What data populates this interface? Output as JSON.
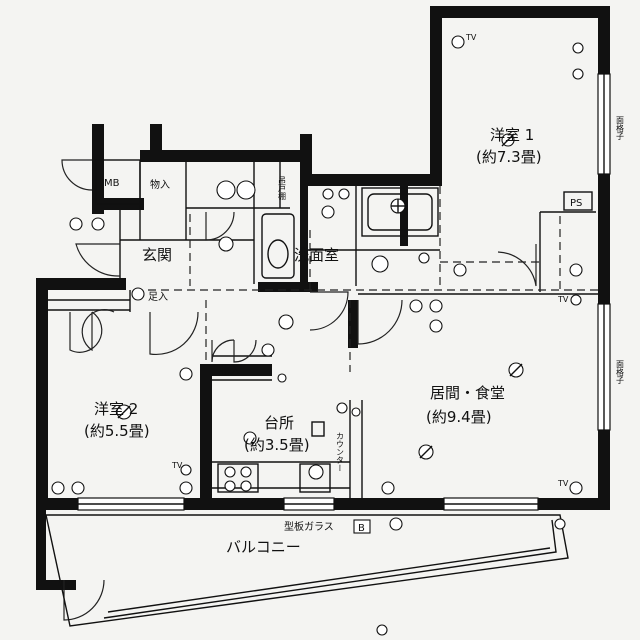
{
  "rooms": {
    "western1": {
      "name": "洋室 1",
      "area": "(約7.3畳)"
    },
    "western2": {
      "name": "洋室 2",
      "area": "(約5.5畳)"
    },
    "living": {
      "name": "居間・食堂",
      "area": "(約9.4畳)"
    },
    "kitchen": {
      "name": "台所",
      "area": "(約3.5畳)"
    },
    "entrance": {
      "name": "玄関"
    },
    "washroom": {
      "name": "洗面室"
    },
    "balcony": {
      "name": "バルコニー"
    }
  },
  "labels": {
    "mb": "MB",
    "ps": "PS",
    "storage1": "物入",
    "storage2": "物入",
    "shoe_storage": "足入",
    "hanging_shelf": "吊戸棚",
    "counter": "カウンター",
    "glass": "型板ガラス",
    "glass_b": "B",
    "lattice1": "面格子",
    "lattice2": "面格子",
    "tv": "TV"
  }
}
